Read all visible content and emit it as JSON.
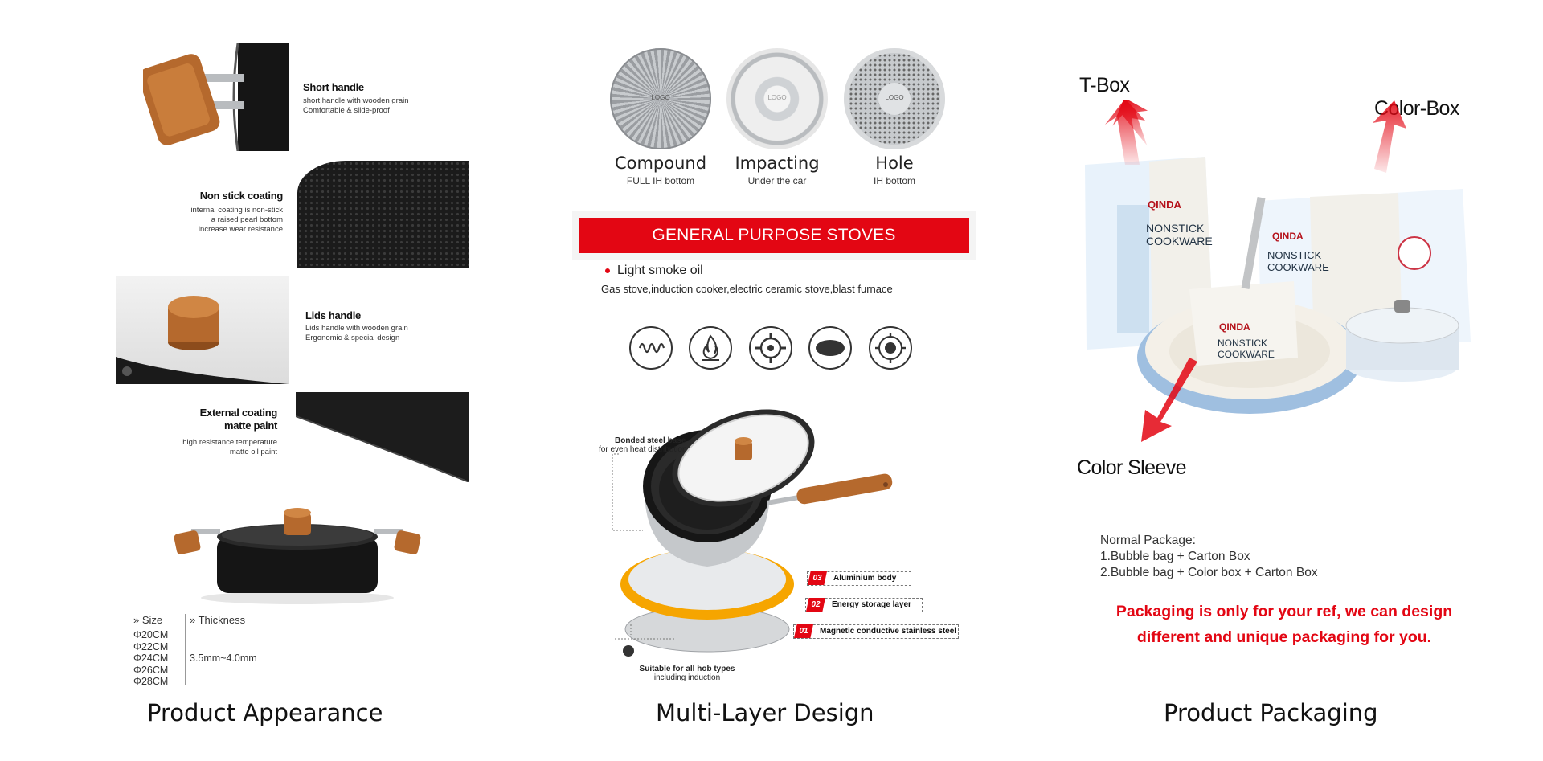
{
  "columns": {
    "appearance": {
      "title": "Product Appearance",
      "features": [
        {
          "title": "Short handle",
          "desc": [
            "short handle with wooden grain",
            "Comfortable & slide-proof"
          ]
        },
        {
          "title": "Non stick coating",
          "desc": [
            "internal coating is non-stick",
            "a raised pearl bottom",
            "increase wear resistance"
          ]
        },
        {
          "title": "Lids handle",
          "desc": [
            "Lids handle with wooden grain",
            "Ergonomic & special design"
          ]
        },
        {
          "title_lines": [
            "External coating",
            "matte paint"
          ],
          "desc": [
            "high resistance temperature",
            "matte oil paint"
          ]
        }
      ],
      "size_table": {
        "header_size": "» Size",
        "header_thickness": "» Thickness",
        "sizes": [
          "Φ20CM",
          "Φ22CM",
          "Φ24CM",
          "Φ26CM",
          "Φ28CM"
        ],
        "thickness": "3.5mm~4.0mm"
      }
    },
    "design": {
      "title": "Multi-Layer Design",
      "bottoms": [
        {
          "name": "Compound",
          "sub": "FULL IH bottom",
          "logo": "LOGO"
        },
        {
          "name": "Impacting",
          "sub": "Under the car",
          "logo": "LOGO"
        },
        {
          "name": "Hole",
          "sub": "IH bottom",
          "logo": "LOGO"
        }
      ],
      "banner": "GENERAL PURPOSE STOVES",
      "bullet": "Light smoke oil",
      "stoves_text": "Gas stove,induction cooker,electric ceramic stove,blast furnace",
      "stove_icons": [
        "coil-stove-icon",
        "flame-stove-icon",
        "gas-burner-icon",
        "ceramic-plate-icon",
        "induction-hob-icon"
      ],
      "base_label": [
        "Bonded steel base",
        "for even heat distribution"
      ],
      "layers": [
        {
          "num": "03",
          "label": "Aluminium body"
        },
        {
          "num": "02",
          "label": "Energy storage layer"
        },
        {
          "num": "01",
          "label": "Magnetic conductive stainless steel"
        }
      ],
      "hob_label": [
        "Suitable for all hob types",
        "including induction"
      ]
    },
    "packaging": {
      "title": "Product Packaging",
      "labels": {
        "t_box": "T-Box",
        "color_box": "Color-Box",
        "color_sleeve": "Color Sleeve"
      },
      "box_brand": "QINDA",
      "box_text": [
        "NONSTICK",
        "COOKWARE"
      ],
      "normal_heading": "Normal Package:",
      "options": [
        "1.Bubble bag + Carton Box",
        "2.Bubble bag + Color box + Carton Box"
      ],
      "note": [
        "Packaging is only for your ref, we can design",
        "different and unique packaging for you."
      ]
    }
  },
  "colors": {
    "accent_red": "#e30613",
    "wood": "#b96a2c"
  }
}
